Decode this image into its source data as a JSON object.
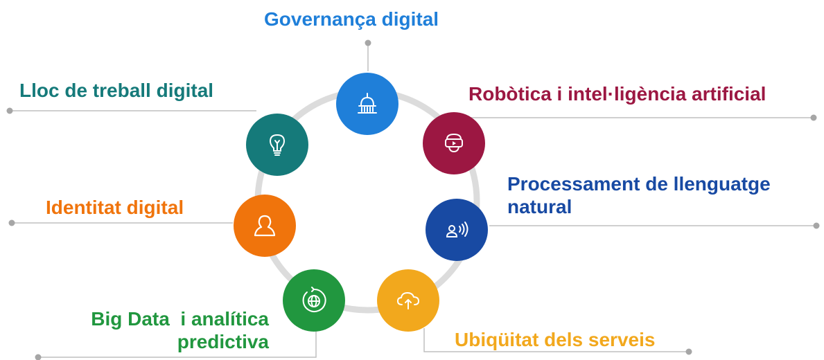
{
  "colors": {
    "ring": "#dcdcdc",
    "connector": "#bfbfbf",
    "dot": "#a6a6a6",
    "governance": "#1f7fd9",
    "robotics": "#9c1742",
    "nlp": "#184aa3",
    "ubiquity": "#f2a81d",
    "bigdata": "#21973f",
    "identity": "#f0740c",
    "workplace": "#157a7a"
  },
  "labels": {
    "governance": "Governança digital",
    "robotics": "Robòtica i intel·ligència artificial",
    "nlp_line1": "Processament de llenguatge",
    "nlp_line2": "natural",
    "ubiquity": "Ubiqüitat dels serveis",
    "bigdata_line1": "Big Data  i analítica",
    "bigdata_line2": "predictiva",
    "identity": "Identitat digital",
    "workplace": "Lloc de treball digital"
  },
  "icons": {
    "governance": "capitol-dome-icon",
    "robotics": "vr-headset-icon",
    "nlp": "voice-speaking-icon",
    "ubiquity": "cloud-upload-icon",
    "bigdata": "globe-refresh-icon",
    "identity": "person-outline-icon",
    "workplace": "lightbulb-icon"
  }
}
